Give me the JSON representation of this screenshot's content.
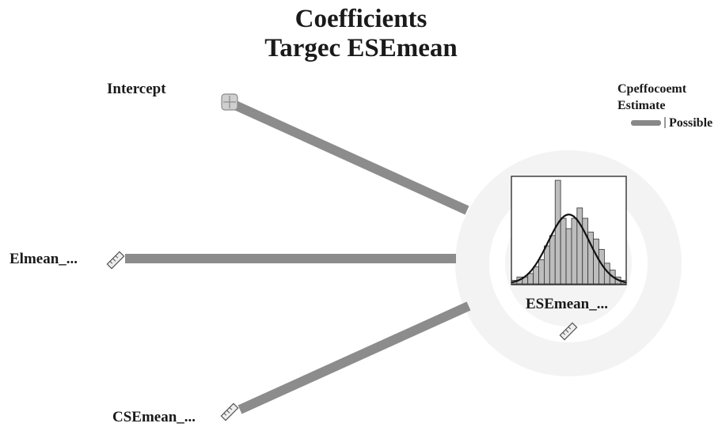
{
  "title": {
    "line1": "Coefficients",
    "line2": "Targec ESEmean"
  },
  "legend": {
    "title_line1": "Cpeffocoemt",
    "title_line2": "Estimate",
    "entry_label": "Possible",
    "bar_color": "#888888"
  },
  "target": {
    "label": "ESEmean_...",
    "icon": "ruler-icon"
  },
  "predictors": [
    {
      "label": "Intercept",
      "icon": "grid-icon"
    },
    {
      "label": "Elmean_...",
      "icon": "ruler-icon"
    },
    {
      "label": "CSEmean_...",
      "icon": "ruler-icon"
    }
  ],
  "histogram": {
    "bars": [
      1,
      2,
      2,
      3,
      5,
      7,
      11,
      14,
      30,
      19,
      16,
      19,
      22,
      19,
      15,
      13,
      10,
      6,
      4,
      2,
      1
    ],
    "curve": "normal"
  },
  "colors": {
    "edge": "#8c8c8c",
    "halo": "#f1f1f1",
    "hist_bar": "#bdbdbd",
    "curve": "#111111"
  }
}
